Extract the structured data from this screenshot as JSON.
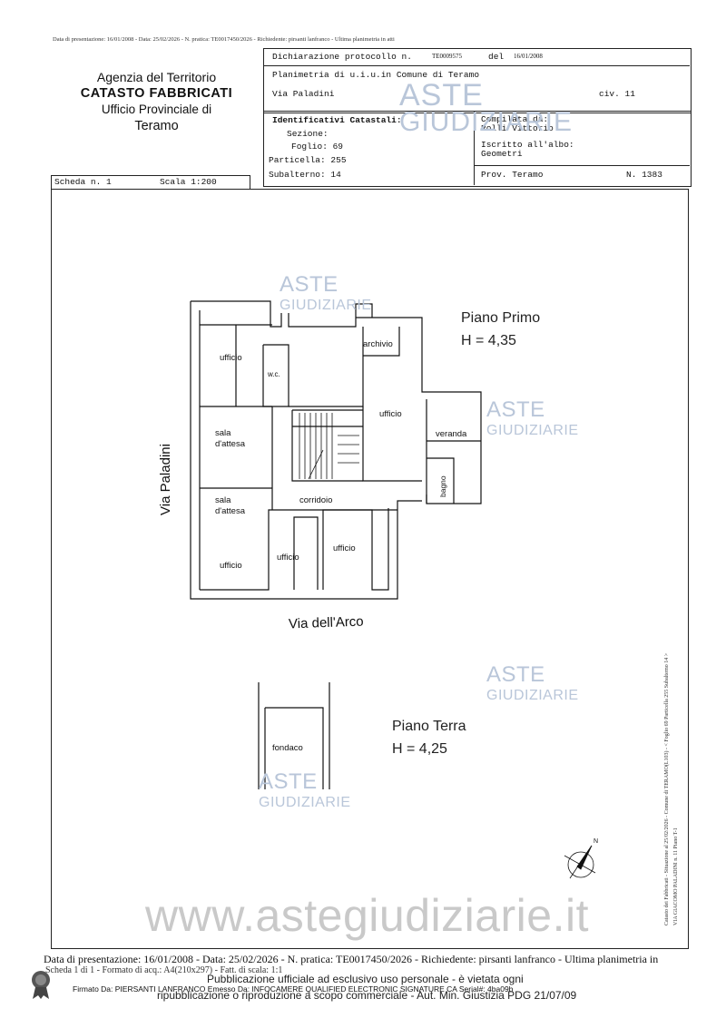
{
  "top_line": "Data di presentazione: 16/01/2008 - Data: 25/02/2026 - N. pratica: TE0017450/2026 - Richiedente: pirsanti lanfranco - Ultima planimetria in atti",
  "agency": {
    "line1": "Agenzia del Territorio",
    "line2": "CATASTO FABBRICATI",
    "line3": "Ufficio Provinciale di",
    "line4": "Teramo"
  },
  "header": {
    "dichiarazione_label": "Dichiarazione protocollo n.",
    "dichiarazione_num": "TE0009575",
    "del_label": "del",
    "del_date": "16/01/2008",
    "planimetria": "Planimetria di u.i.u.in Comune di Teramo",
    "via": "Via Paladini",
    "civ": "civ. 11",
    "identificativi": "Identificativi Catastali:",
    "sezione": "Sezione:",
    "foglio": "Foglio: 69",
    "particella": "Particella: 255",
    "subalterno": "Subalterno: 14",
    "compilata": "Compilata da:",
    "compilatore": "Rolli Vittorio",
    "iscritto": "Iscritto all'albo:",
    "albo": "Geometri",
    "prov": "Prov. Teramo",
    "numero": "N.  1383",
    "scheda": "Scheda n. 1",
    "scala": "Scala 1:200"
  },
  "rooms": {
    "ufficio": "ufficio",
    "wc": "w.c.",
    "archivio": "archivio",
    "sala": "sala",
    "attesa": "d'attesa",
    "veranda": "veranda",
    "bagno": "bagno",
    "corridoio": "corridoio",
    "fondaco": "fondaco"
  },
  "streets": {
    "paladini": "Via Paladini",
    "arco": "Via dell'Arco"
  },
  "levels": {
    "primo": "Piano Primo",
    "primo_h": "H = 4,35",
    "terra": "Piano Terra",
    "terra_h": "H = 4,25"
  },
  "compass_n": "N",
  "watermark": {
    "aste": "ASTE",
    "giudiziarie": "GIUDIZIARIE",
    "site": "www.astegiudiziarie.it"
  },
  "side_text": {
    "line1": "Catasto dei Fabbricati - Situazione al 25/02/2026 - Comune di TERAMO(L103) - < Foglio 69 Particella 255 Subalterno 14 >",
    "line2": "VIA GIACOMO PALADINI n. 11 Piano T-1"
  },
  "footer": {
    "line1": "Data di presentazione: 16/01/2008 - Data: 25/02/2026 - N. pratica: TE0017450/2026 - Richiedente: pirsanti lanfranco - Ultima planimetria in",
    "line2": "Scheda 1 di 1 - Formato di acq.: A4(210x297) - Fatt. di scala: 1:1",
    "firmato": "Firmato Da: PIERSANTI LANFRANCO Emesso Da: INFOCAMERE QUALIFIED ELECTRONIC SIGNATURE CA Serial#: 4ba09b",
    "pub1": "Pubblicazione ufficiale ad esclusivo uso personale - è vietata ogni",
    "pub2": "ripubblicazione o riproduzione a scopo commerciale - Aut. Min. Giustizia PDG 21/07/09"
  },
  "colors": {
    "watermark": "#b9c6d9",
    "ink": "#111111",
    "paper": "#ffffff"
  }
}
